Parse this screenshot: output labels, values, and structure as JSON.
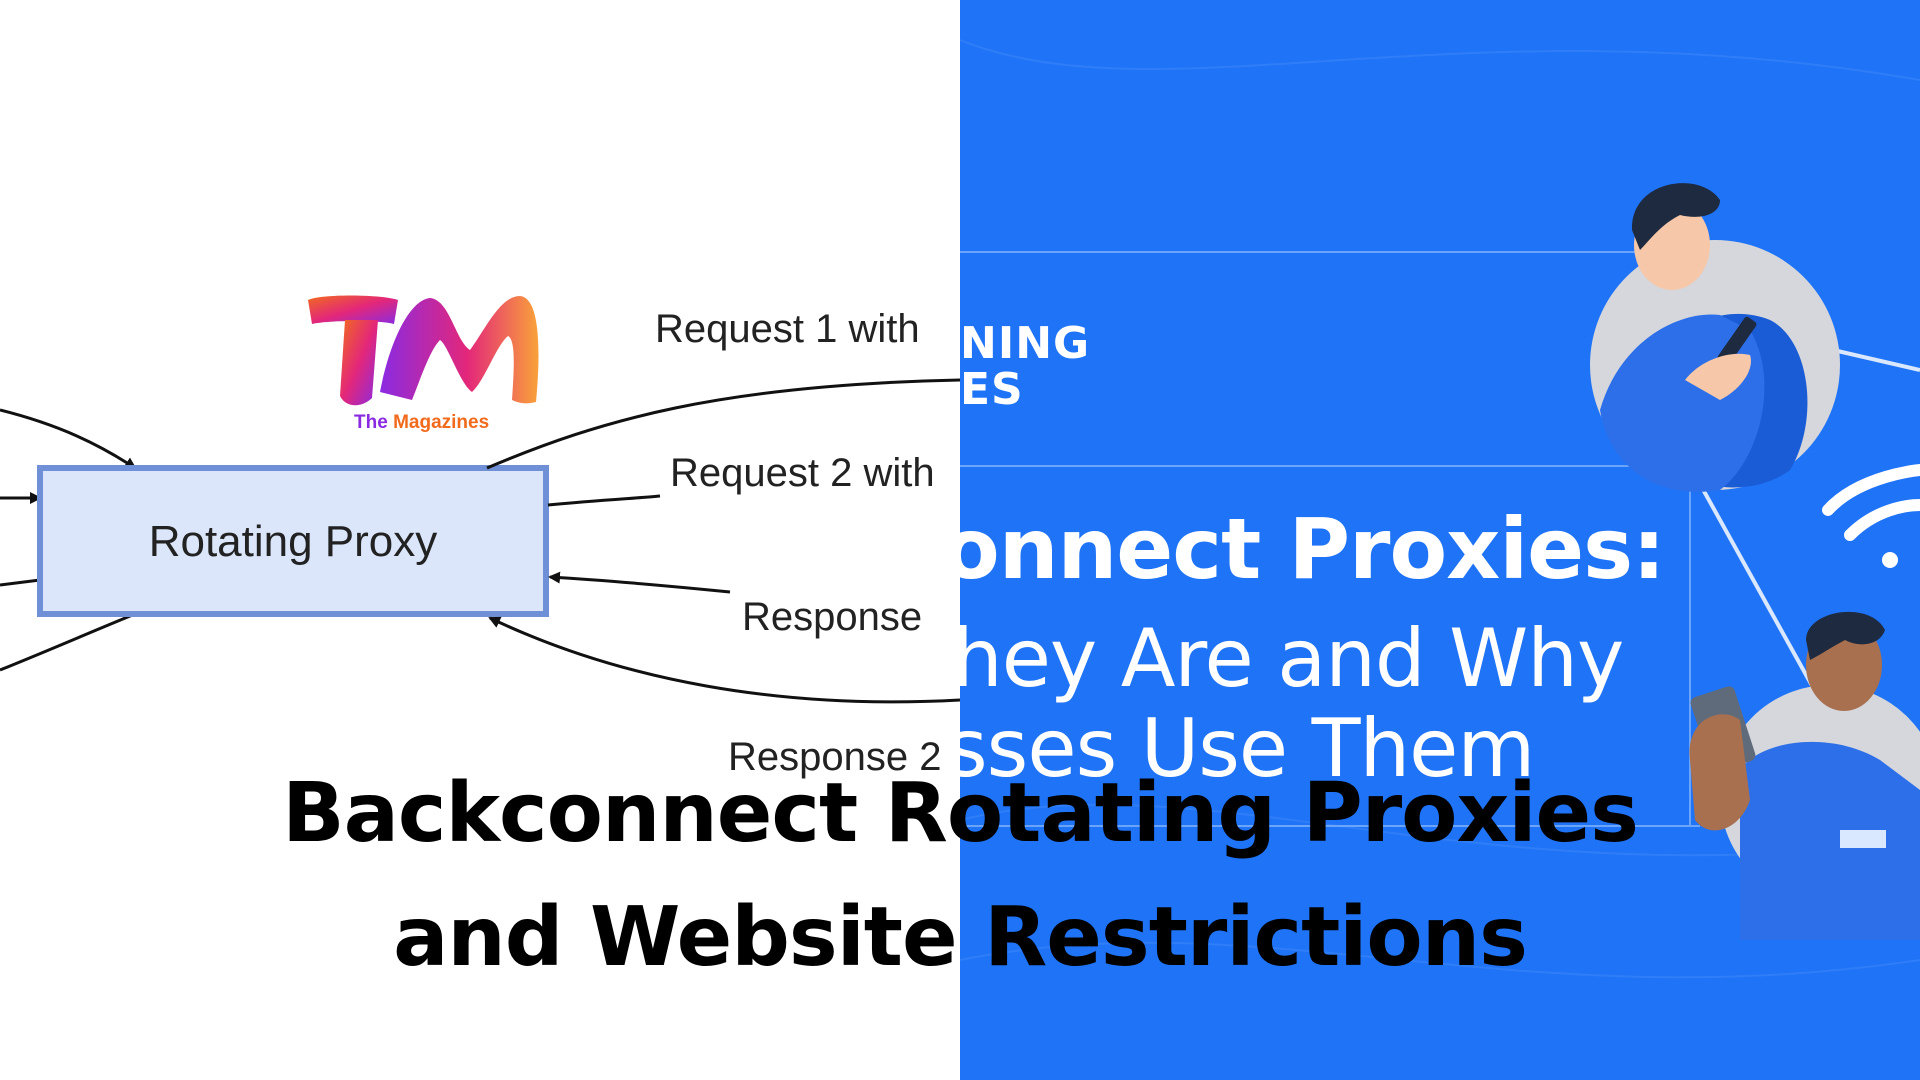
{
  "left": {
    "logo": {
      "letters": "TM",
      "caption_part1": "The ",
      "caption_part2": "Magazines"
    },
    "diagram": {
      "proxy_label": "Rotating Proxy",
      "request1": "Request 1 with",
      "request2": "Request 2 with",
      "response1": "Response",
      "response2": "Response 2"
    }
  },
  "right": {
    "brand_line1": "NING",
    "brand_line2": "ES",
    "heading_line1": "onnect Proxies:",
    "heading_line2": "hey Are and Why",
    "heading_line3": "sses Use Them"
  },
  "title": {
    "line1": "Backconnect Rotating Proxies",
    "line2": "and Website Restrictions"
  },
  "colors": {
    "blue_bg": "#1f73f7",
    "proxy_box_fill": "#dbe6fb",
    "proxy_box_stroke": "#6f8fd6",
    "logo_purple": "#8a2be2",
    "logo_orange": "#f26b1d",
    "logo_pink": "#e3277a"
  }
}
